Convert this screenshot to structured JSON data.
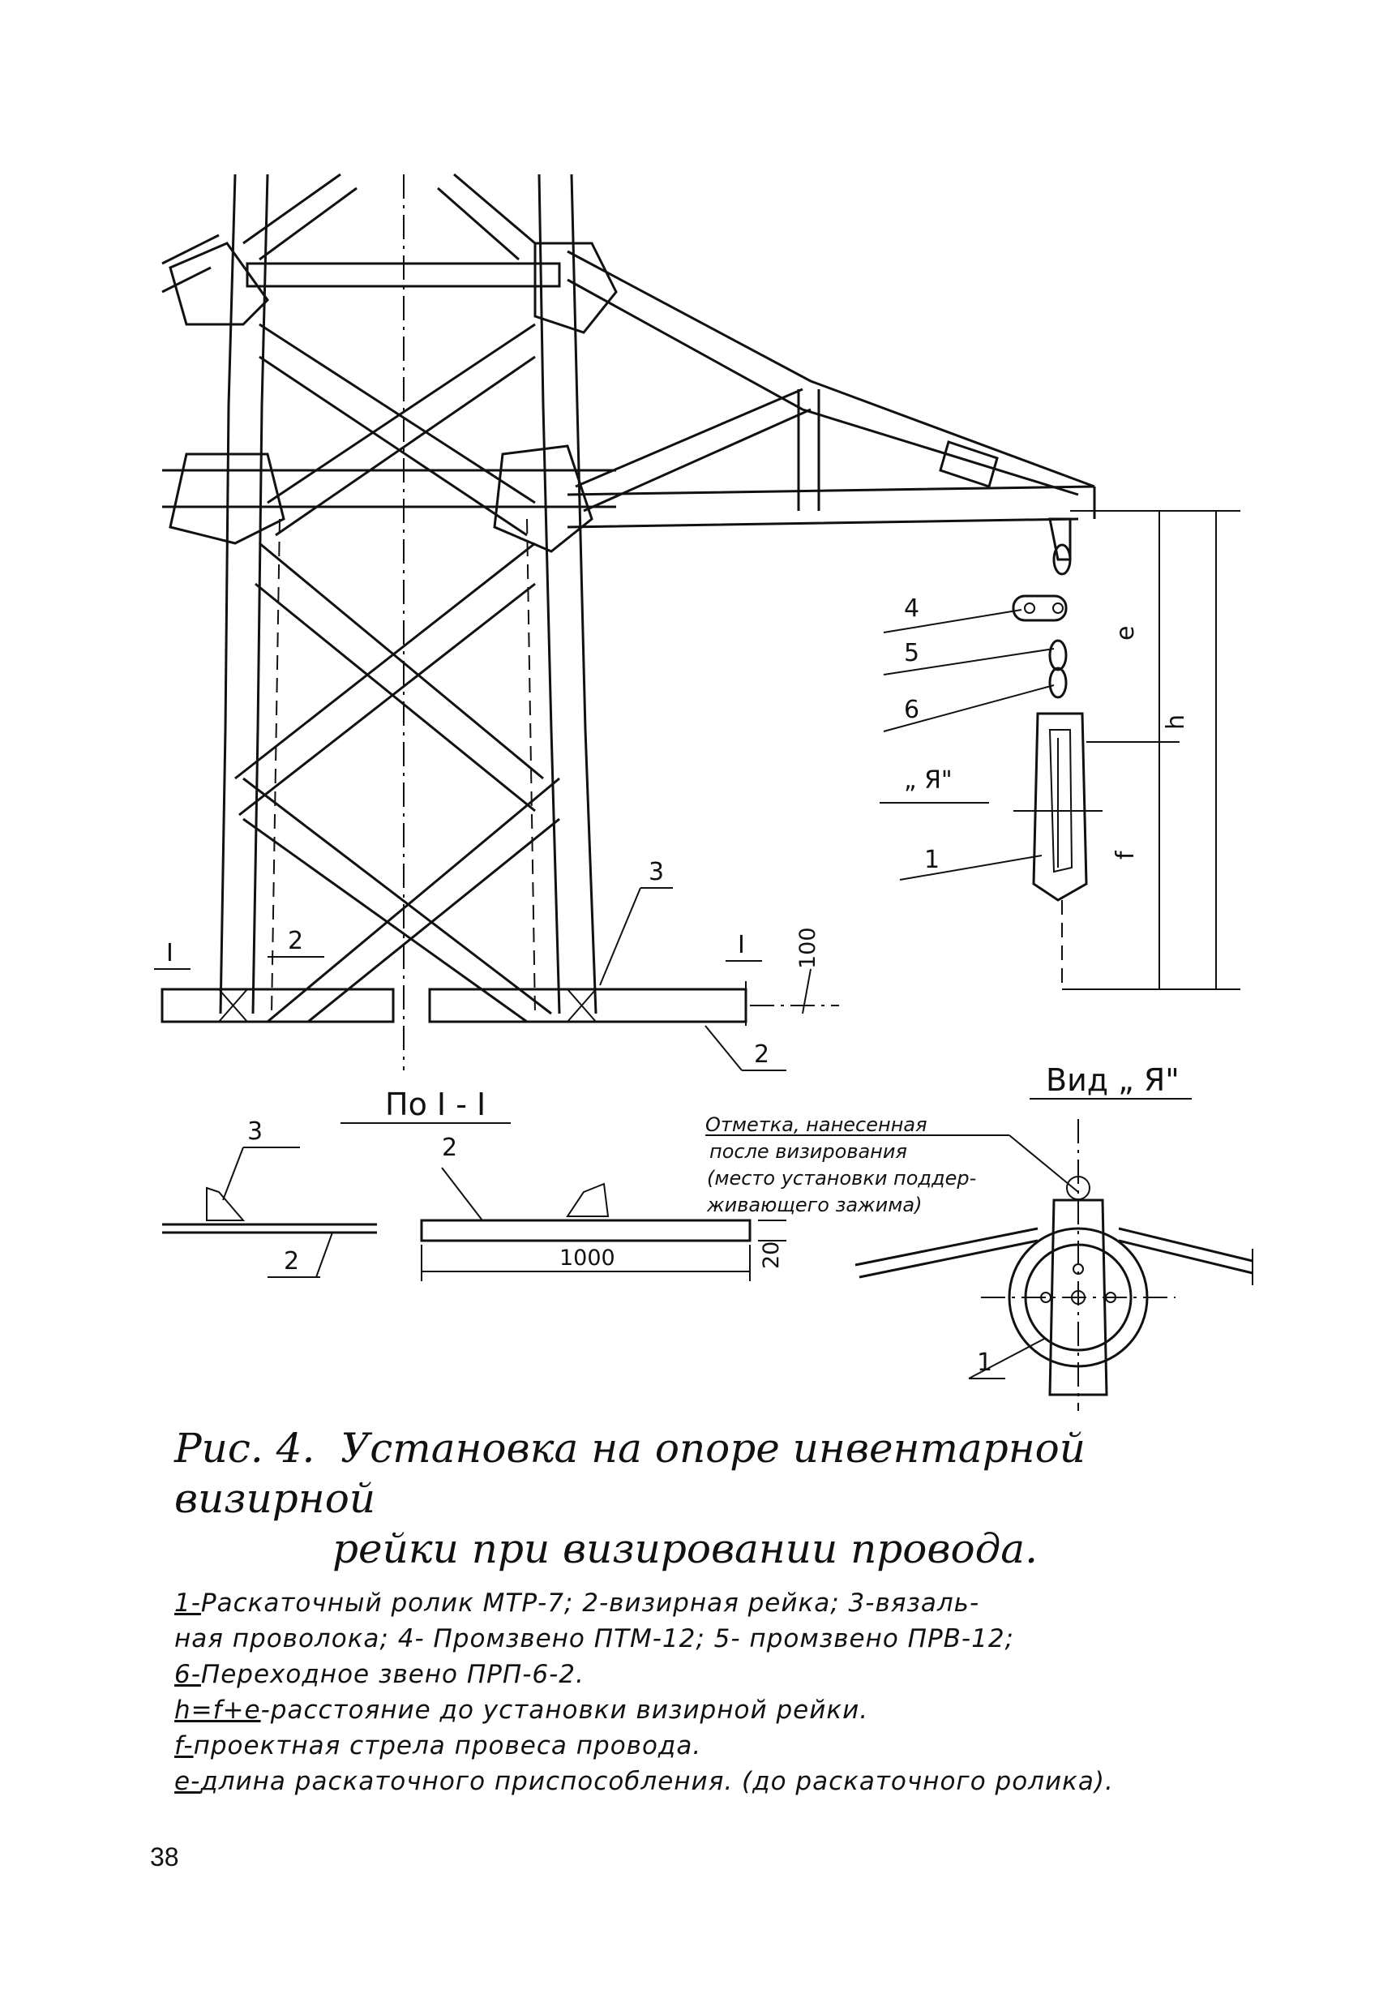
{
  "figure": {
    "labels": {
      "n1": "1",
      "n2": "2",
      "n3": "3",
      "n4": "4",
      "n5": "5",
      "n6": "6",
      "section_mark": "I",
      "view_arrow": "„ Я\"",
      "dim_h": "h",
      "dim_e": "e",
      "dim_f": "f",
      "dim_100": "100",
      "dim_1000": "1000",
      "dim_20": "20"
    },
    "section_title": "По I - I",
    "view_title": "Вид „ Я\"",
    "note_lines": [
      "Отметка, нанесенная",
      "после визирования",
      "(место установки поддер-",
      "живающего зажима)"
    ]
  },
  "caption": {
    "title_prefix": "Рис. 4.",
    "title_line1": "Установка на опоре инвентарной визирной",
    "title_line2": "рейки при визировании провода.",
    "legend": [
      {
        "key": "1-",
        "text": "Раскаточный ролик МТР-7; 2-визирная рейка; 3-вязаль-"
      },
      {
        "key": "",
        "text": "ная проволока; 4- Промзвено ПТМ-12; 5- промзвено ПРВ-12;"
      },
      {
        "key": "6-",
        "text": "Переходное звено ПРП-6-2."
      },
      {
        "key": "h=f+e",
        "text": "-расстояние до установки визирной рейки."
      },
      {
        "key": "f-",
        "text": "проектная стрела провеса провода."
      },
      {
        "key": "e-",
        "text": "длина раскаточного приспособления. (до раскаточного ролика)."
      }
    ]
  },
  "page_number": "38"
}
